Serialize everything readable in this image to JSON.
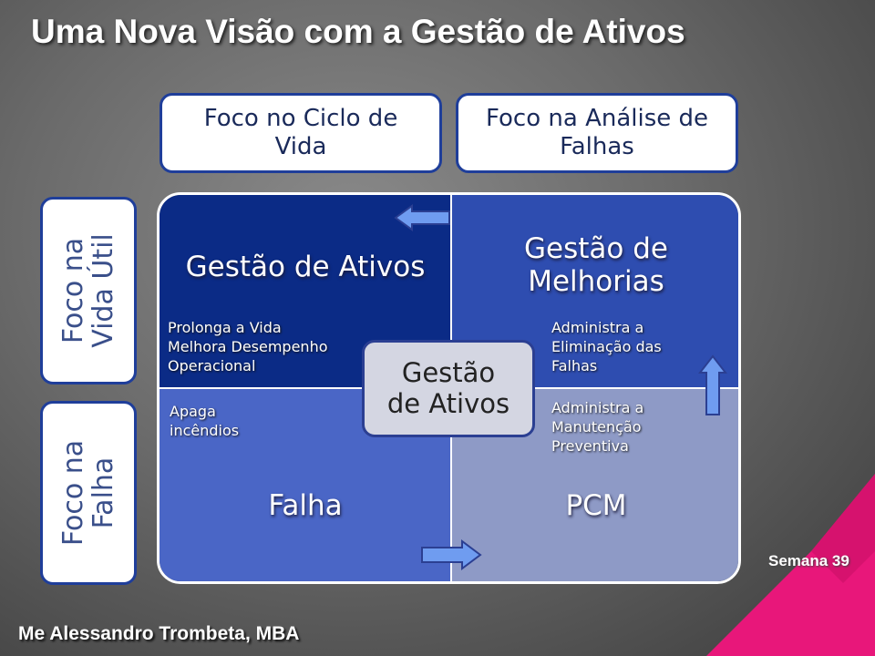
{
  "title": "Uma Nova Visão com a Gestão de Ativos",
  "columns": [
    {
      "label": "Foco no Ciclo de\nVida"
    },
    {
      "label": "Foco na Análise de\nFalhas"
    }
  ],
  "rows": [
    {
      "label": "Foco na\nVida Útil"
    },
    {
      "label": "Foco na\nFalha"
    }
  ],
  "quadrants": {
    "top_left": {
      "title": "Gestão de Ativos",
      "text": "Prolonga a Vida\nMelhora Desempenho\nOperacional"
    },
    "top_right": {
      "title": "Gestão de\nMelhorias",
      "text": "Administra a\nEliminação das\nFalhas"
    },
    "bottom_left": {
      "title": "Falha",
      "text": "Apaga\nincêndios"
    },
    "bottom_right": {
      "title": "PCM",
      "text": "Administra a\nManutenção\nPreventiva"
    }
  },
  "center": {
    "label": "Gestão\nde Ativos"
  },
  "badge": {
    "label": "Semana 39"
  },
  "footer": {
    "author": "Me Alessandro Trombeta, MBA"
  },
  "colors": {
    "border_blue": "#1f3e9a",
    "q_top_left": "#0b2b86",
    "q_top_right": "#2e4db0",
    "q_bottom_left": "#4a66c6",
    "q_bottom_right": "#8e9ac6",
    "arrow": "#6f9cf0",
    "badge": "#e8177a"
  },
  "icons": [
    "arrow-left-icon",
    "arrow-up-icon",
    "arrow-right-icon"
  ]
}
